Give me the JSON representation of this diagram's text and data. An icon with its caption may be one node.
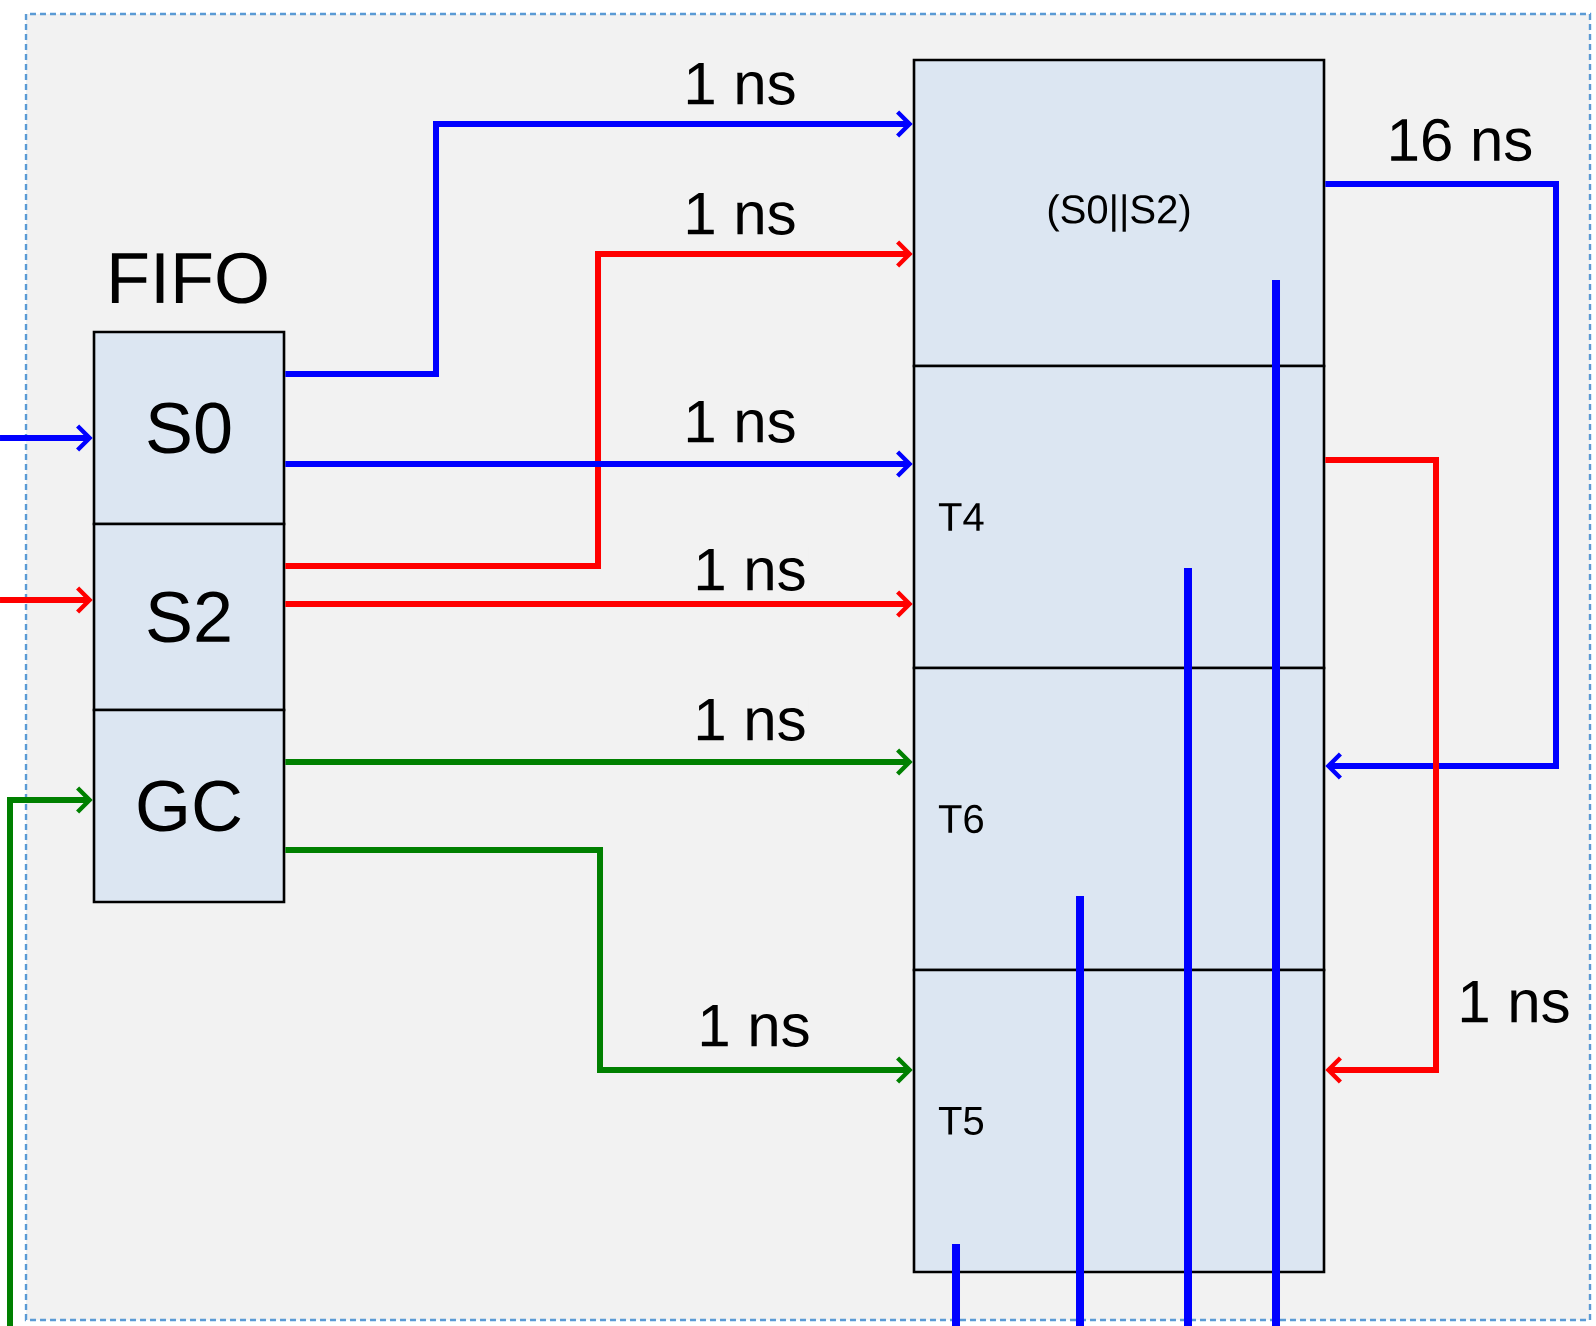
{
  "diagram": {
    "nodes": [
      {
        "text": [
          "S0"
        ]
      },
      {
        "text": [
          "S2"
        ]
      },
      {
        "text": [
          "GC"
        ]
      },
      {
        "text": [
          "(S0||S2)"
        ]
      },
      {
        "text": [
          "T4"
        ]
      },
      {
        "text": [
          "T6"
        ]
      },
      {
        "text": [
          "T5"
        ]
      }
    ],
    "edges": [
      {
        "from": null,
        "to": 0,
        "arrow": "to",
        "color": "#0000ff"
      },
      {
        "from": null,
        "to": 1,
        "arrow": "to",
        "color": "#ff0000"
      },
      {
        "from": null,
        "to": 2,
        "arrow": "to",
        "color": "#008000"
      },
      {
        "from": 0,
        "to": 3,
        "arrow": "to",
        "label": "1 ns",
        "color": "#0000ff"
      },
      {
        "from": 1,
        "to": 3,
        "arrow": "to",
        "label": "1 ns",
        "color": "#ff0000"
      },
      {
        "from": 0,
        "to": 4,
        "arrow": "to",
        "label": "1 ns",
        "color": "#0000ff"
      },
      {
        "from": 1,
        "to": 4,
        "arrow": "to",
        "label": "1 ns",
        "color": "#ff0000"
      },
      {
        "from": 2,
        "to": 5,
        "arrow": "to",
        "label": "1 ns",
        "color": "#008000"
      },
      {
        "from": 2,
        "to": 6,
        "arrow": "to",
        "label": "1 ns",
        "color": "#008000"
      },
      {
        "from": 3,
        "to": 5,
        "arrow": "to",
        "label": "16 ns",
        "color": "#0000ff"
      },
      {
        "from": 4,
        "to": 6,
        "arrow": "to",
        "label": "1 ns",
        "color": "#ff0000"
      }
    ],
    "labels": [
      "FIFO"
    ]
  }
}
